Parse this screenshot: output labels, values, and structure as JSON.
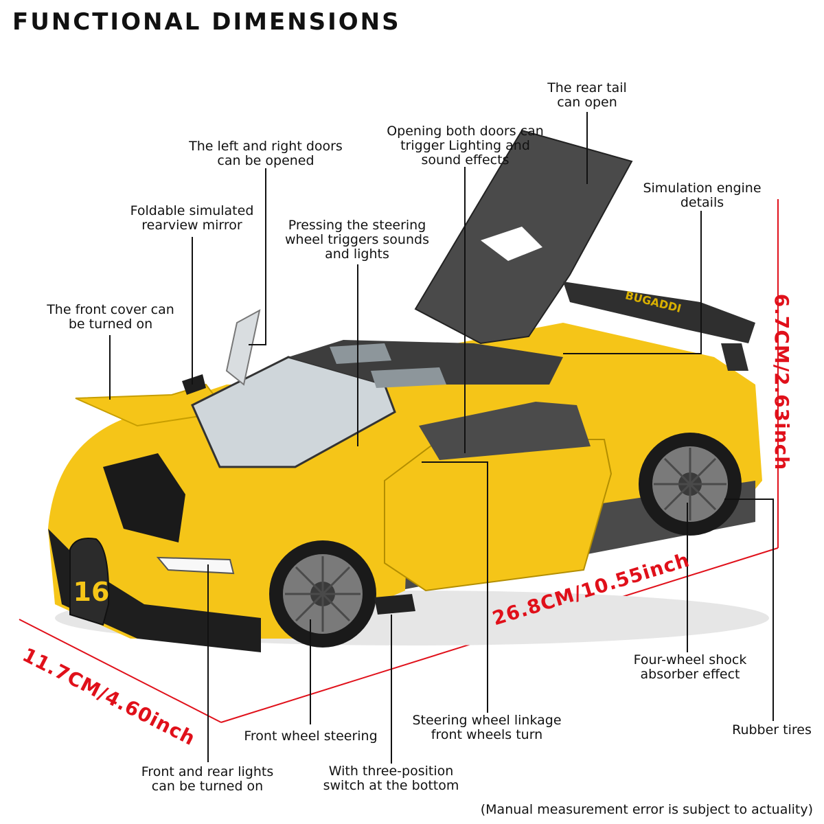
{
  "title": "FUNCTIONAL DIMENSIONS",
  "labels": {
    "rear_tail": "The rear tail\ncan open",
    "doors_lighting": "Opening both doors can\ntrigger Lighting and\nsound effects",
    "left_right_doors": "The left and right doors\ncan be opened",
    "engine": "Simulation engine\ndetails",
    "mirror": "Foldable simulated\nrearview mirror",
    "steering_sounds": "Pressing the steering\nwheel triggers sounds\nand lights",
    "front_cover": "The front cover can\nbe turned on",
    "front_wheel_steering": "Front wheel steering",
    "steering_linkage": "Steering wheel linkage\nfront wheels turn",
    "shock_absorber": "Four-wheel shock\nabsorber effect",
    "rubber_tires": "Rubber tires",
    "lights": "Front and rear lights\ncan be turned on",
    "switch": "With three-position\nswitch at the bottom"
  },
  "dimensions": {
    "height": "6.7CM/2.63inch",
    "length": "26.8CM/10.55inch",
    "width": "11.7CM/4.60inch"
  },
  "car": {
    "badge_number": "16",
    "wing_text": "BUGADDI"
  },
  "note": "(Manual measurement error is subject to actuality)",
  "colors": {
    "body": "#f5c518",
    "carbon": "#3a3a3a",
    "dimension": "#e0101a"
  }
}
